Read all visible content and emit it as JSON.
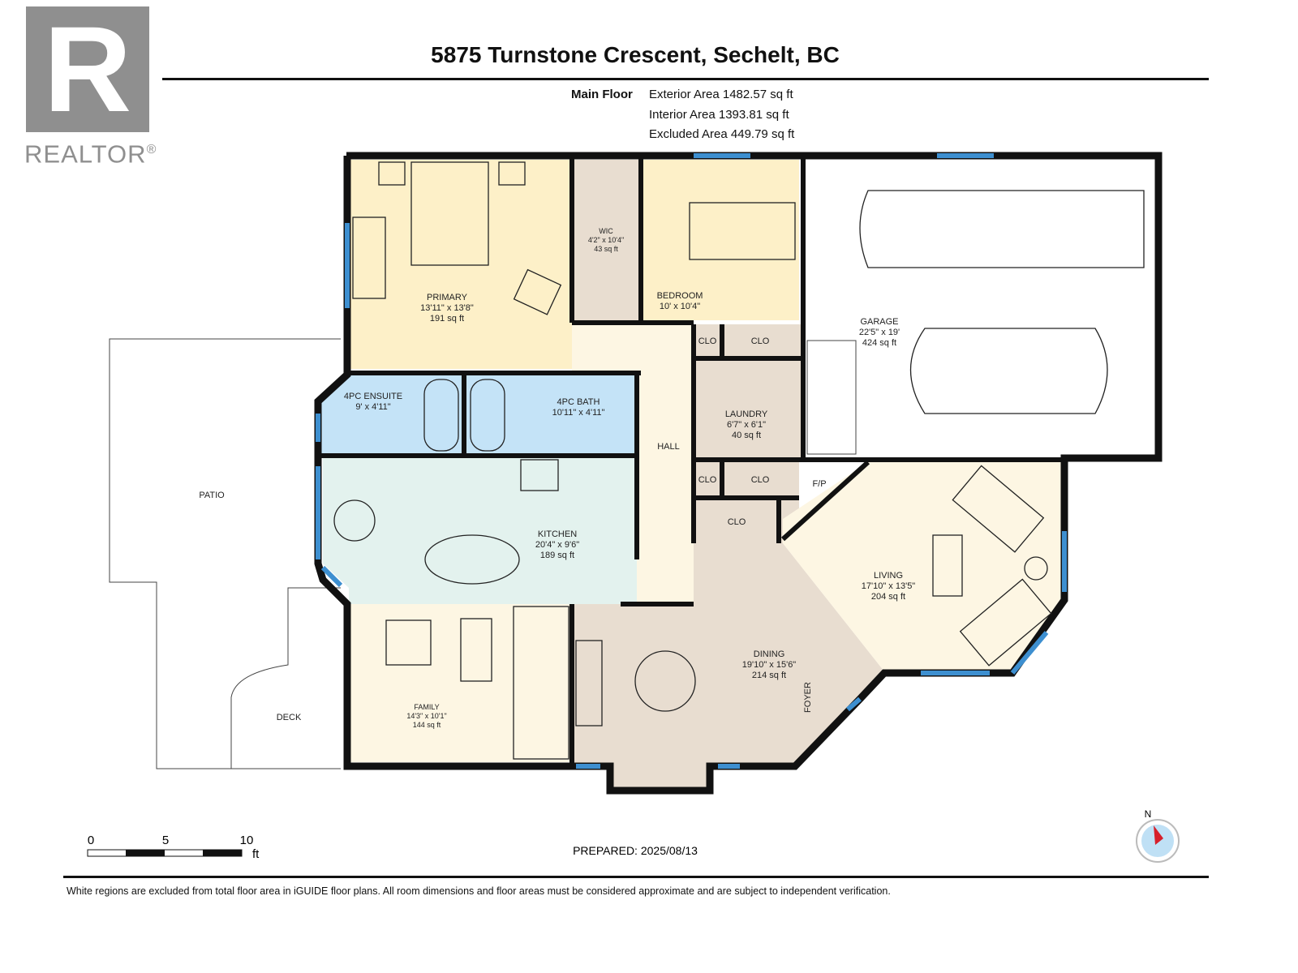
{
  "logo": {
    "text": "REALTOR",
    "mark": "R",
    "registered": "®"
  },
  "header": {
    "title": "5875 Turnstone Crescent, Sechelt, BC"
  },
  "floor": {
    "name": "Main Floor",
    "exterior_area": "Exterior Area 1482.57 sq ft",
    "interior_area": "Interior Area 1393.81 sq ft",
    "excluded_area": "Excluded Area 449.79 sq ft"
  },
  "rooms": {
    "primary": {
      "name": "PRIMARY",
      "dims": "13'11\" x 13'8\"",
      "area": "191 sq ft"
    },
    "wic": {
      "name": "WIC",
      "dims": "4'2\" x 10'4\"",
      "area": "43 sq ft"
    },
    "bedroom": {
      "name": "BEDROOM",
      "dims": "10' x 10'4\""
    },
    "garage": {
      "name": "GARAGE",
      "dims": "22'5\" x 19'",
      "area": "424 sq ft"
    },
    "ensuite": {
      "name": "4PC ENSUITE",
      "dims": "9' x 4'11\""
    },
    "bath": {
      "name": "4PC BATH",
      "dims": "10'11\" x 4'11\""
    },
    "laundry": {
      "name": "LAUNDRY",
      "dims": "6'7\" x 6'1\"",
      "area": "40 sq ft"
    },
    "hall": {
      "name": "HALL"
    },
    "kitchen": {
      "name": "KITCHEN",
      "dims": "20'4\" x 9'6\"",
      "area": "189 sq ft"
    },
    "living": {
      "name": "LIVING",
      "dims": "17'10\" x 13'5\"",
      "area": "204 sq ft"
    },
    "dining": {
      "name": "DINING",
      "dims": "19'10\" x 15'6\"",
      "area": "214 sq ft"
    },
    "family": {
      "name": "FAMILY",
      "dims": "14'3\" x 10'1\"",
      "area": "144 sq ft"
    },
    "foyer": {
      "name": "FOYER"
    },
    "fp": {
      "name": "F/P"
    },
    "clo": {
      "name": "CLO"
    },
    "patio": {
      "name": "PATIO"
    },
    "deck": {
      "name": "DECK"
    }
  },
  "scale": {
    "ticks": [
      "0",
      "5",
      "10"
    ],
    "unit": "ft"
  },
  "compass": {
    "label": "N"
  },
  "prepared": "PREPARED: 2025/08/13",
  "footer": {
    "disclaimer": "White regions are excluded from total floor area in iGUIDE floor plans. All room dimensions and floor areas must be considered approximate and are subject to independent verification."
  },
  "colors": {
    "bedroom": "#fdf0c8",
    "bath": "#c4e3f7",
    "kitchen": "#e3f2ee",
    "util": "#e8ddd0",
    "hall": "#fdf6e3",
    "window": "#3d8fd0"
  }
}
